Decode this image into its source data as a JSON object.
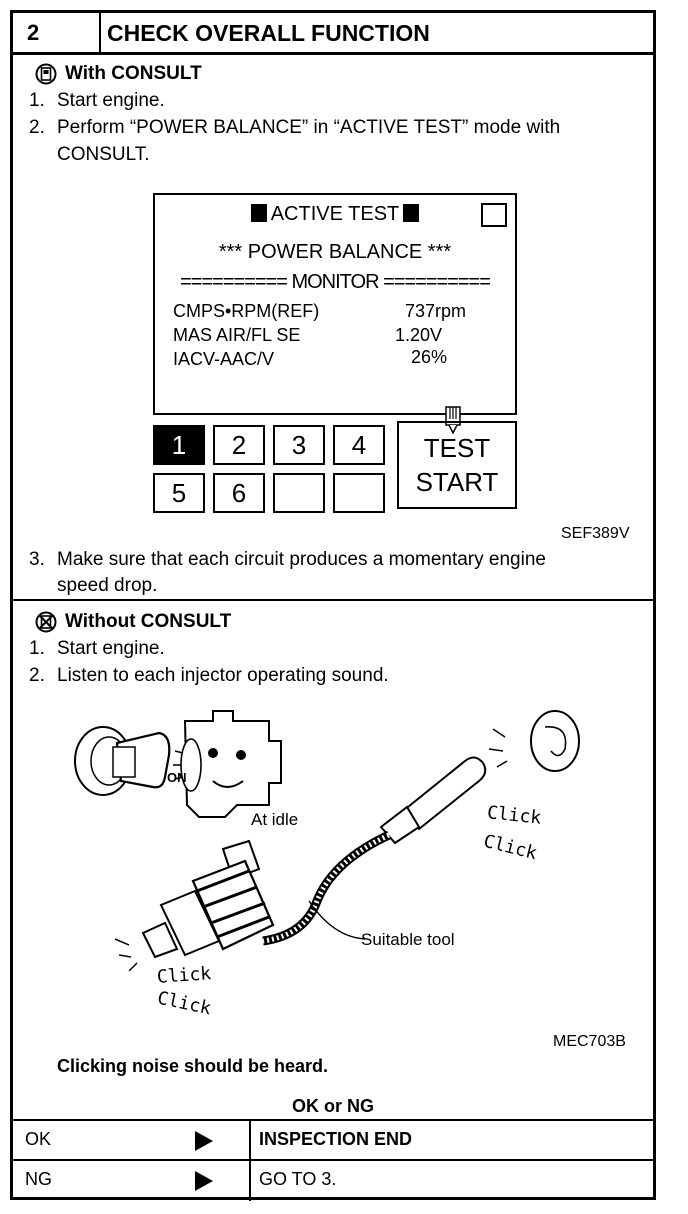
{
  "header": {
    "step_number": "2",
    "title": "CHECK OVERALL FUNCTION"
  },
  "with_consult": {
    "heading": "With CONSULT",
    "steps": [
      {
        "num": "1.",
        "text": "Start engine."
      },
      {
        "num": "2.",
        "text": "Perform “POWER BALANCE” in “ACTIVE TEST” mode with"
      },
      {
        "num": "",
        "text": "CONSULT."
      }
    ],
    "screen": {
      "title": "ACTIVE TEST",
      "subtitle": "*** POWER BALANCE ***",
      "monitor_line": "========== MONITOR ==========",
      "rows": [
        {
          "label": "CMPS•RPM(REF)",
          "value": "737rpm"
        },
        {
          "label": "MAS AIR/FL SE",
          "value": "1.20V"
        },
        {
          "label": "IACV-AAC/V",
          "value": "26%"
        }
      ],
      "keys_top": [
        "1",
        "2",
        "3",
        "4"
      ],
      "keys_bottom": [
        "5",
        "6",
        "",
        ""
      ],
      "test_line1": "TEST",
      "test_line2": "START"
    },
    "figure_ref": "SEF389V",
    "step3": {
      "num": "3.",
      "line1": "Make sure that each circuit produces a momentary engine",
      "line2": "speed drop."
    }
  },
  "without_consult": {
    "heading": "Without CONSULT",
    "steps": [
      {
        "num": "1.",
        "text": "Start engine."
      },
      {
        "num": "2.",
        "text": "Listen to each injector operating sound."
      }
    ],
    "illustration": {
      "key_label": "ON",
      "idle_label": "At idle",
      "click_a": "Click",
      "click_b": "Click",
      "click_c": "Click",
      "click_d": "Click",
      "tool_label": "Suitable tool"
    },
    "figure_ref": "MEC703B",
    "note": "Clicking noise should be heard.",
    "result_prompt": "OK or NG"
  },
  "results": [
    {
      "code": "OK",
      "action": "INSPECTION END"
    },
    {
      "code": "NG",
      "action": "GO TO 3."
    }
  ]
}
